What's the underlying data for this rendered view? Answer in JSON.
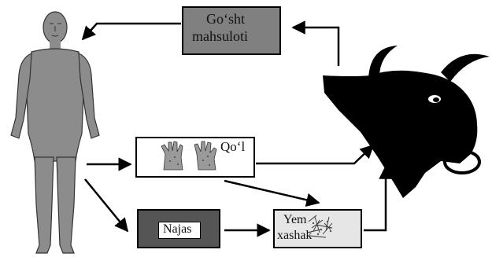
{
  "nodes": {
    "meat": {
      "label_line1": "Go‘sht",
      "label_line2": "mahsuloti",
      "fill": "#808080"
    },
    "hand": {
      "label": "Qo‘l",
      "fill": "#ffffff"
    },
    "feces": {
      "label": "Najas",
      "fill": "#555555",
      "inner_fill": "#ffffff"
    },
    "feed": {
      "label_line1": "Yem",
      "label_line2": "xashak",
      "fill": "#e6e6e6"
    }
  },
  "figures": {
    "human": {
      "icon": "human-figure",
      "color": "#8c8c8c"
    },
    "bull": {
      "icon": "bull-head-silhouette",
      "color": "#000000"
    }
  },
  "edges": [
    {
      "from": "bull",
      "to": "meat"
    },
    {
      "from": "meat",
      "to": "human"
    },
    {
      "from": "human",
      "to": "hand"
    },
    {
      "from": "hand",
      "to": "bull"
    },
    {
      "from": "hand",
      "to": "feed"
    },
    {
      "from": "human",
      "to": "feces"
    },
    {
      "from": "feces",
      "to": "feed"
    },
    {
      "from": "feed",
      "to": "bull"
    }
  ]
}
